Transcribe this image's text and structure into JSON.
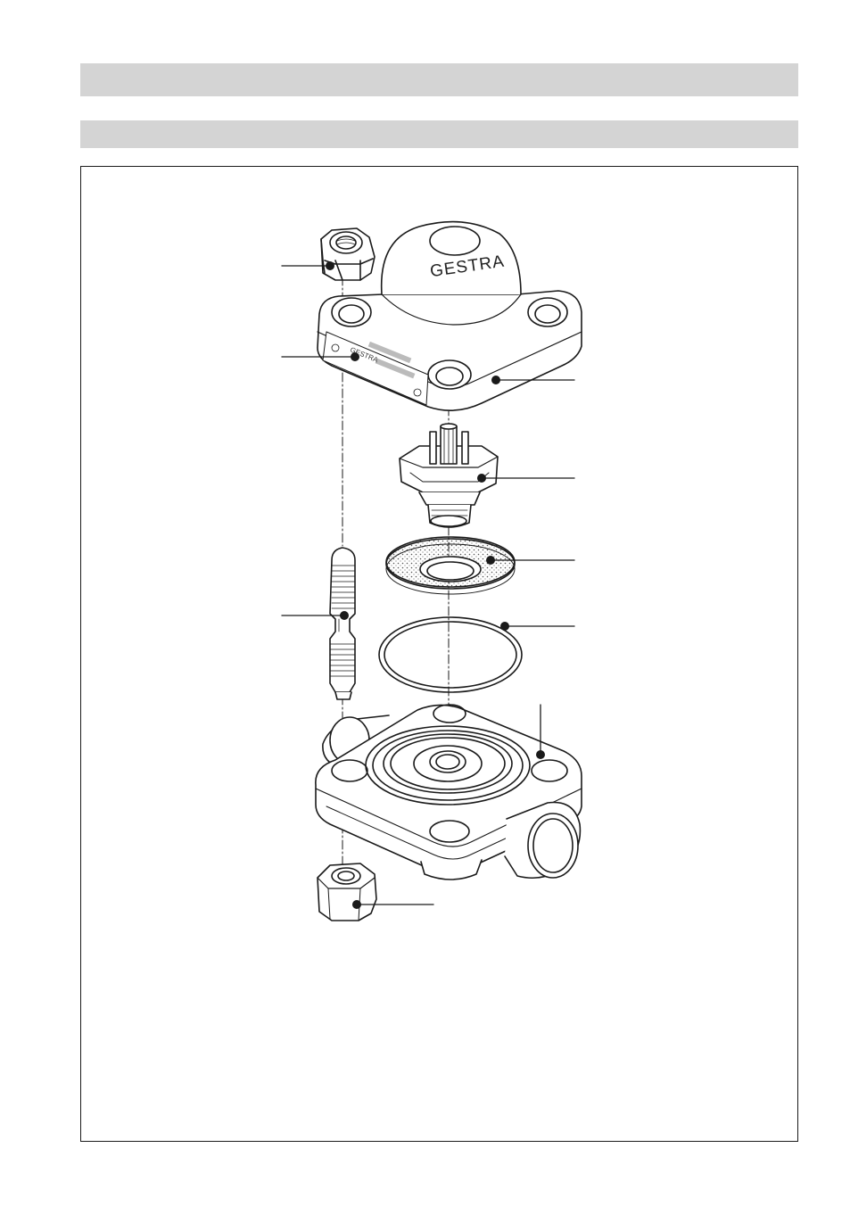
{
  "header": {
    "title_bar": "",
    "subtitle_bar": ""
  },
  "figure": {
    "brand_text": "GESTRA",
    "name_plate_text": "GESTRA",
    "parts": [
      "cap-nut-top",
      "name-plate",
      "cover",
      "regulator-insert",
      "strainer-disc",
      "gasket-ring",
      "stud-bolt",
      "body",
      "nut-bottom"
    ]
  }
}
